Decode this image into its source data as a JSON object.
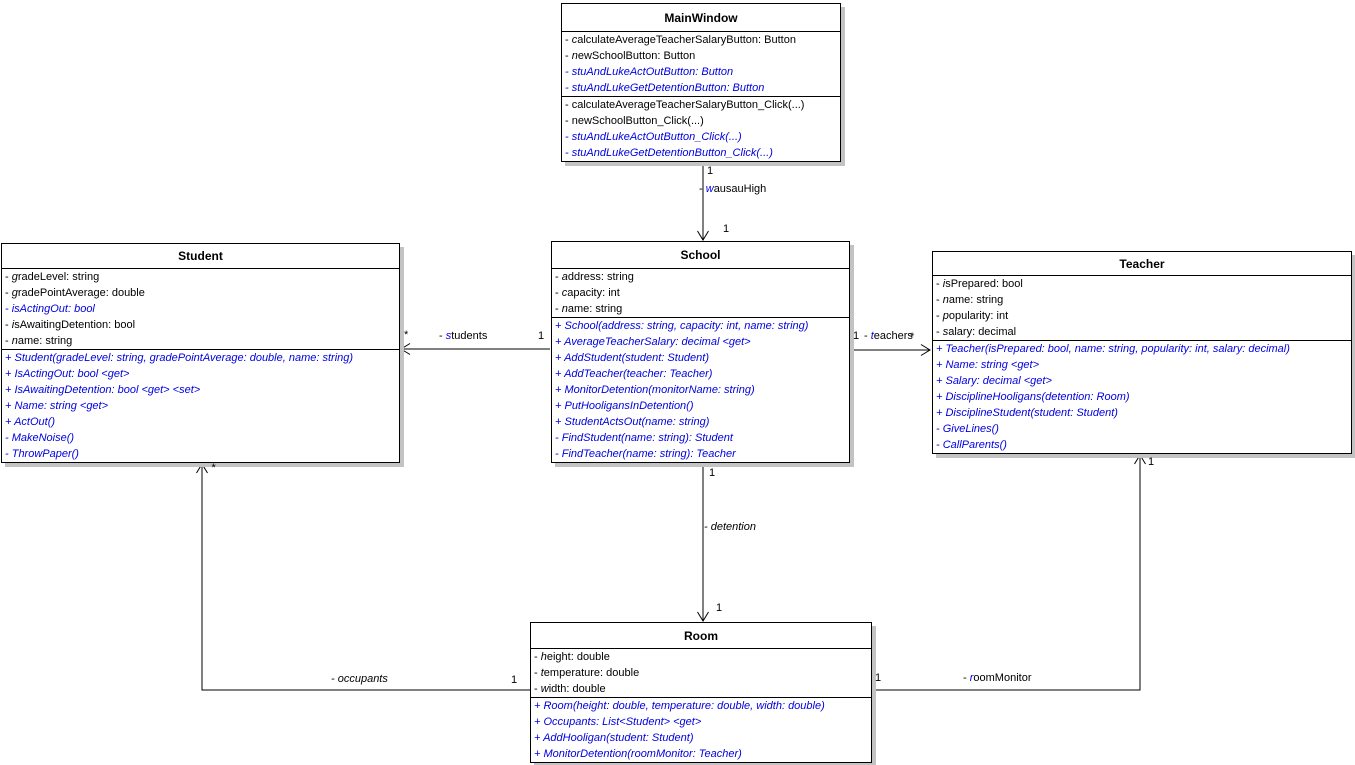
{
  "diagram": {
    "type": "uml-class-diagram",
    "colors": {
      "text": "#000000",
      "new_member": "#0000e0",
      "box_border": "#000000",
      "box_shadow": "#c3c3c3",
      "background": "#ffffff"
    },
    "classes": [
      {
        "id": "MainWindow",
        "title": "MainWindow",
        "attributes": [
          {
            "text": "- calculateAverageTeacherSalaryButton: Button",
            "style": "normal"
          },
          {
            "text": "- newSchoolButton: Button",
            "style": "normal"
          },
          {
            "text": "- stuAndLukeActOutButton: Button",
            "style": "new"
          },
          {
            "text": "- stuAndLukeGetDetentionButton: Button",
            "style": "new"
          }
        ],
        "methods": [
          {
            "text": "- calculateAverageTeacherSalaryButton_Click(...)",
            "style": "normal"
          },
          {
            "text": "- newSchoolButton_Click(...)",
            "style": "normal"
          },
          {
            "text": "- stuAndLukeActOutButton_Click(...)",
            "style": "new"
          },
          {
            "text": "- stuAndLukeGetDetentionButton_Click(...)",
            "style": "new"
          }
        ]
      },
      {
        "id": "Student",
        "title": "Student",
        "attributes": [
          {
            "text": "- gradeLevel: string",
            "style": "normal"
          },
          {
            "text": "- gradePointAverage: double",
            "style": "normal"
          },
          {
            "text": "- isActingOut: bool",
            "style": "new"
          },
          {
            "text": "- isAwaitingDetention: bool",
            "style": "normal"
          },
          {
            "text": "- name: string",
            "style": "normal"
          }
        ],
        "methods": [
          {
            "text": "+ Student(gradeLevel: string, gradePointAverage: double, name: string)",
            "style": "new"
          },
          {
            "text": "+ IsActingOut: bool <get>",
            "style": "new"
          },
          {
            "text": "+ IsAwaitingDetention: bool <get> <set>",
            "style": "new"
          },
          {
            "text": "+ Name: string <get>",
            "style": "new"
          },
          {
            "text": "+ ActOut()",
            "style": "new"
          },
          {
            "text": "- MakeNoise()",
            "style": "new"
          },
          {
            "text": "- ThrowPaper()",
            "style": "new"
          }
        ]
      },
      {
        "id": "School",
        "title": "School",
        "attributes": [
          {
            "text": "- address: string",
            "style": "normal"
          },
          {
            "text": "- capacity: int",
            "style": "normal"
          },
          {
            "text": "- name: string",
            "style": "normal"
          }
        ],
        "methods": [
          {
            "text": "+ School(address: string, capacity: int, name: string)",
            "style": "new"
          },
          {
            "text": "+ AverageTeacherSalary: decimal <get>",
            "style": "new"
          },
          {
            "text": "+ AddStudent(student: Student)",
            "style": "new"
          },
          {
            "text": "+ AddTeacher(teacher: Teacher)",
            "style": "new"
          },
          {
            "text": "+ MonitorDetention(monitorName: string)",
            "style": "new"
          },
          {
            "text": "+ PutHooligansInDetention()",
            "style": "new"
          },
          {
            "text": "+ StudentActsOut(name: string)",
            "style": "new"
          },
          {
            "text": "- FindStudent(name: string): Student",
            "style": "new"
          },
          {
            "text": "- FindTeacher(name: string): Teacher",
            "style": "new"
          }
        ]
      },
      {
        "id": "Teacher",
        "title": "Teacher",
        "attributes": [
          {
            "text": "- isPrepared: bool",
            "style": "normal"
          },
          {
            "text": "- name: string",
            "style": "normal"
          },
          {
            "text": "- popularity: int",
            "style": "normal"
          },
          {
            "text": "- salary: decimal",
            "style": "normal"
          }
        ],
        "methods": [
          {
            "text": "+ Teacher(isPrepared: bool, name: string, popularity: int, salary: decimal)",
            "style": "new"
          },
          {
            "text": "+ Name: string <get>",
            "style": "new"
          },
          {
            "text": "+ Salary: decimal <get>",
            "style": "new"
          },
          {
            "text": "+ DisciplineHooligans(detention: Room)",
            "style": "new"
          },
          {
            "text": "+ DisciplineStudent(student: Student)",
            "style": "new"
          },
          {
            "text": "- GiveLines()",
            "style": "new"
          },
          {
            "text": "- CallParents()",
            "style": "new"
          }
        ]
      },
      {
        "id": "Room",
        "title": "Room",
        "attributes": [
          {
            "text": "- height: double",
            "style": "normal"
          },
          {
            "text": "- temperature: double",
            "style": "normal"
          },
          {
            "text": "- width: double",
            "style": "normal"
          }
        ],
        "methods": [
          {
            "text": "+ Room(height: double, temperature: double, width: double)",
            "style": "new"
          },
          {
            "text": "+ Occupants: List<Student> <get>",
            "style": "new"
          },
          {
            "text": "+ AddHooligan(student: Student)",
            "style": "new"
          },
          {
            "text": "+ MonitorDetention(roomMonitor: Teacher)",
            "style": "new"
          }
        ]
      }
    ],
    "associations": [
      {
        "name": "wausauHigh",
        "from_class": "MainWindow",
        "to_class": "School",
        "from_multiplicity": "1",
        "to_multiplicity": "1",
        "label": "- wausauHigh",
        "label_style": "first-new",
        "from_multiplicity_style": "plain",
        "to_multiplicity_style": "plain"
      },
      {
        "name": "students",
        "from_class": "School",
        "to_class": "Student",
        "from_multiplicity": "1",
        "to_multiplicity": "*",
        "label": "- students",
        "label_style": "first-new",
        "from_multiplicity_style": "plain",
        "to_multiplicity_style": "plain"
      },
      {
        "name": "teachers",
        "from_class": "School",
        "to_class": "Teacher",
        "from_multiplicity": "1",
        "to_multiplicity": "*",
        "label": "- teachers",
        "label_style": "first-new",
        "from_multiplicity_style": "plain",
        "to_multiplicity_style": "plain"
      },
      {
        "name": "detention",
        "from_class": "School",
        "to_class": "Room",
        "from_multiplicity": "1",
        "to_multiplicity": "1",
        "label": "- detention",
        "label_style": "new",
        "from_multiplicity_style": "plain",
        "to_multiplicity_style": "plain"
      },
      {
        "name": "occupants",
        "from_class": "Room",
        "to_class": "Student",
        "from_multiplicity": "1",
        "to_multiplicity": "*",
        "label": "- occupants",
        "label_style": "new",
        "from_multiplicity_style": "plain",
        "to_multiplicity_style": "new"
      },
      {
        "name": "roomMonitor",
        "from_class": "Room",
        "to_class": "Teacher",
        "from_multiplicity": "1",
        "to_multiplicity": "1",
        "label": "- roomMonitor",
        "label_style": "first-new",
        "from_multiplicity_style": "plain",
        "to_multiplicity_style": "plain"
      }
    ]
  }
}
